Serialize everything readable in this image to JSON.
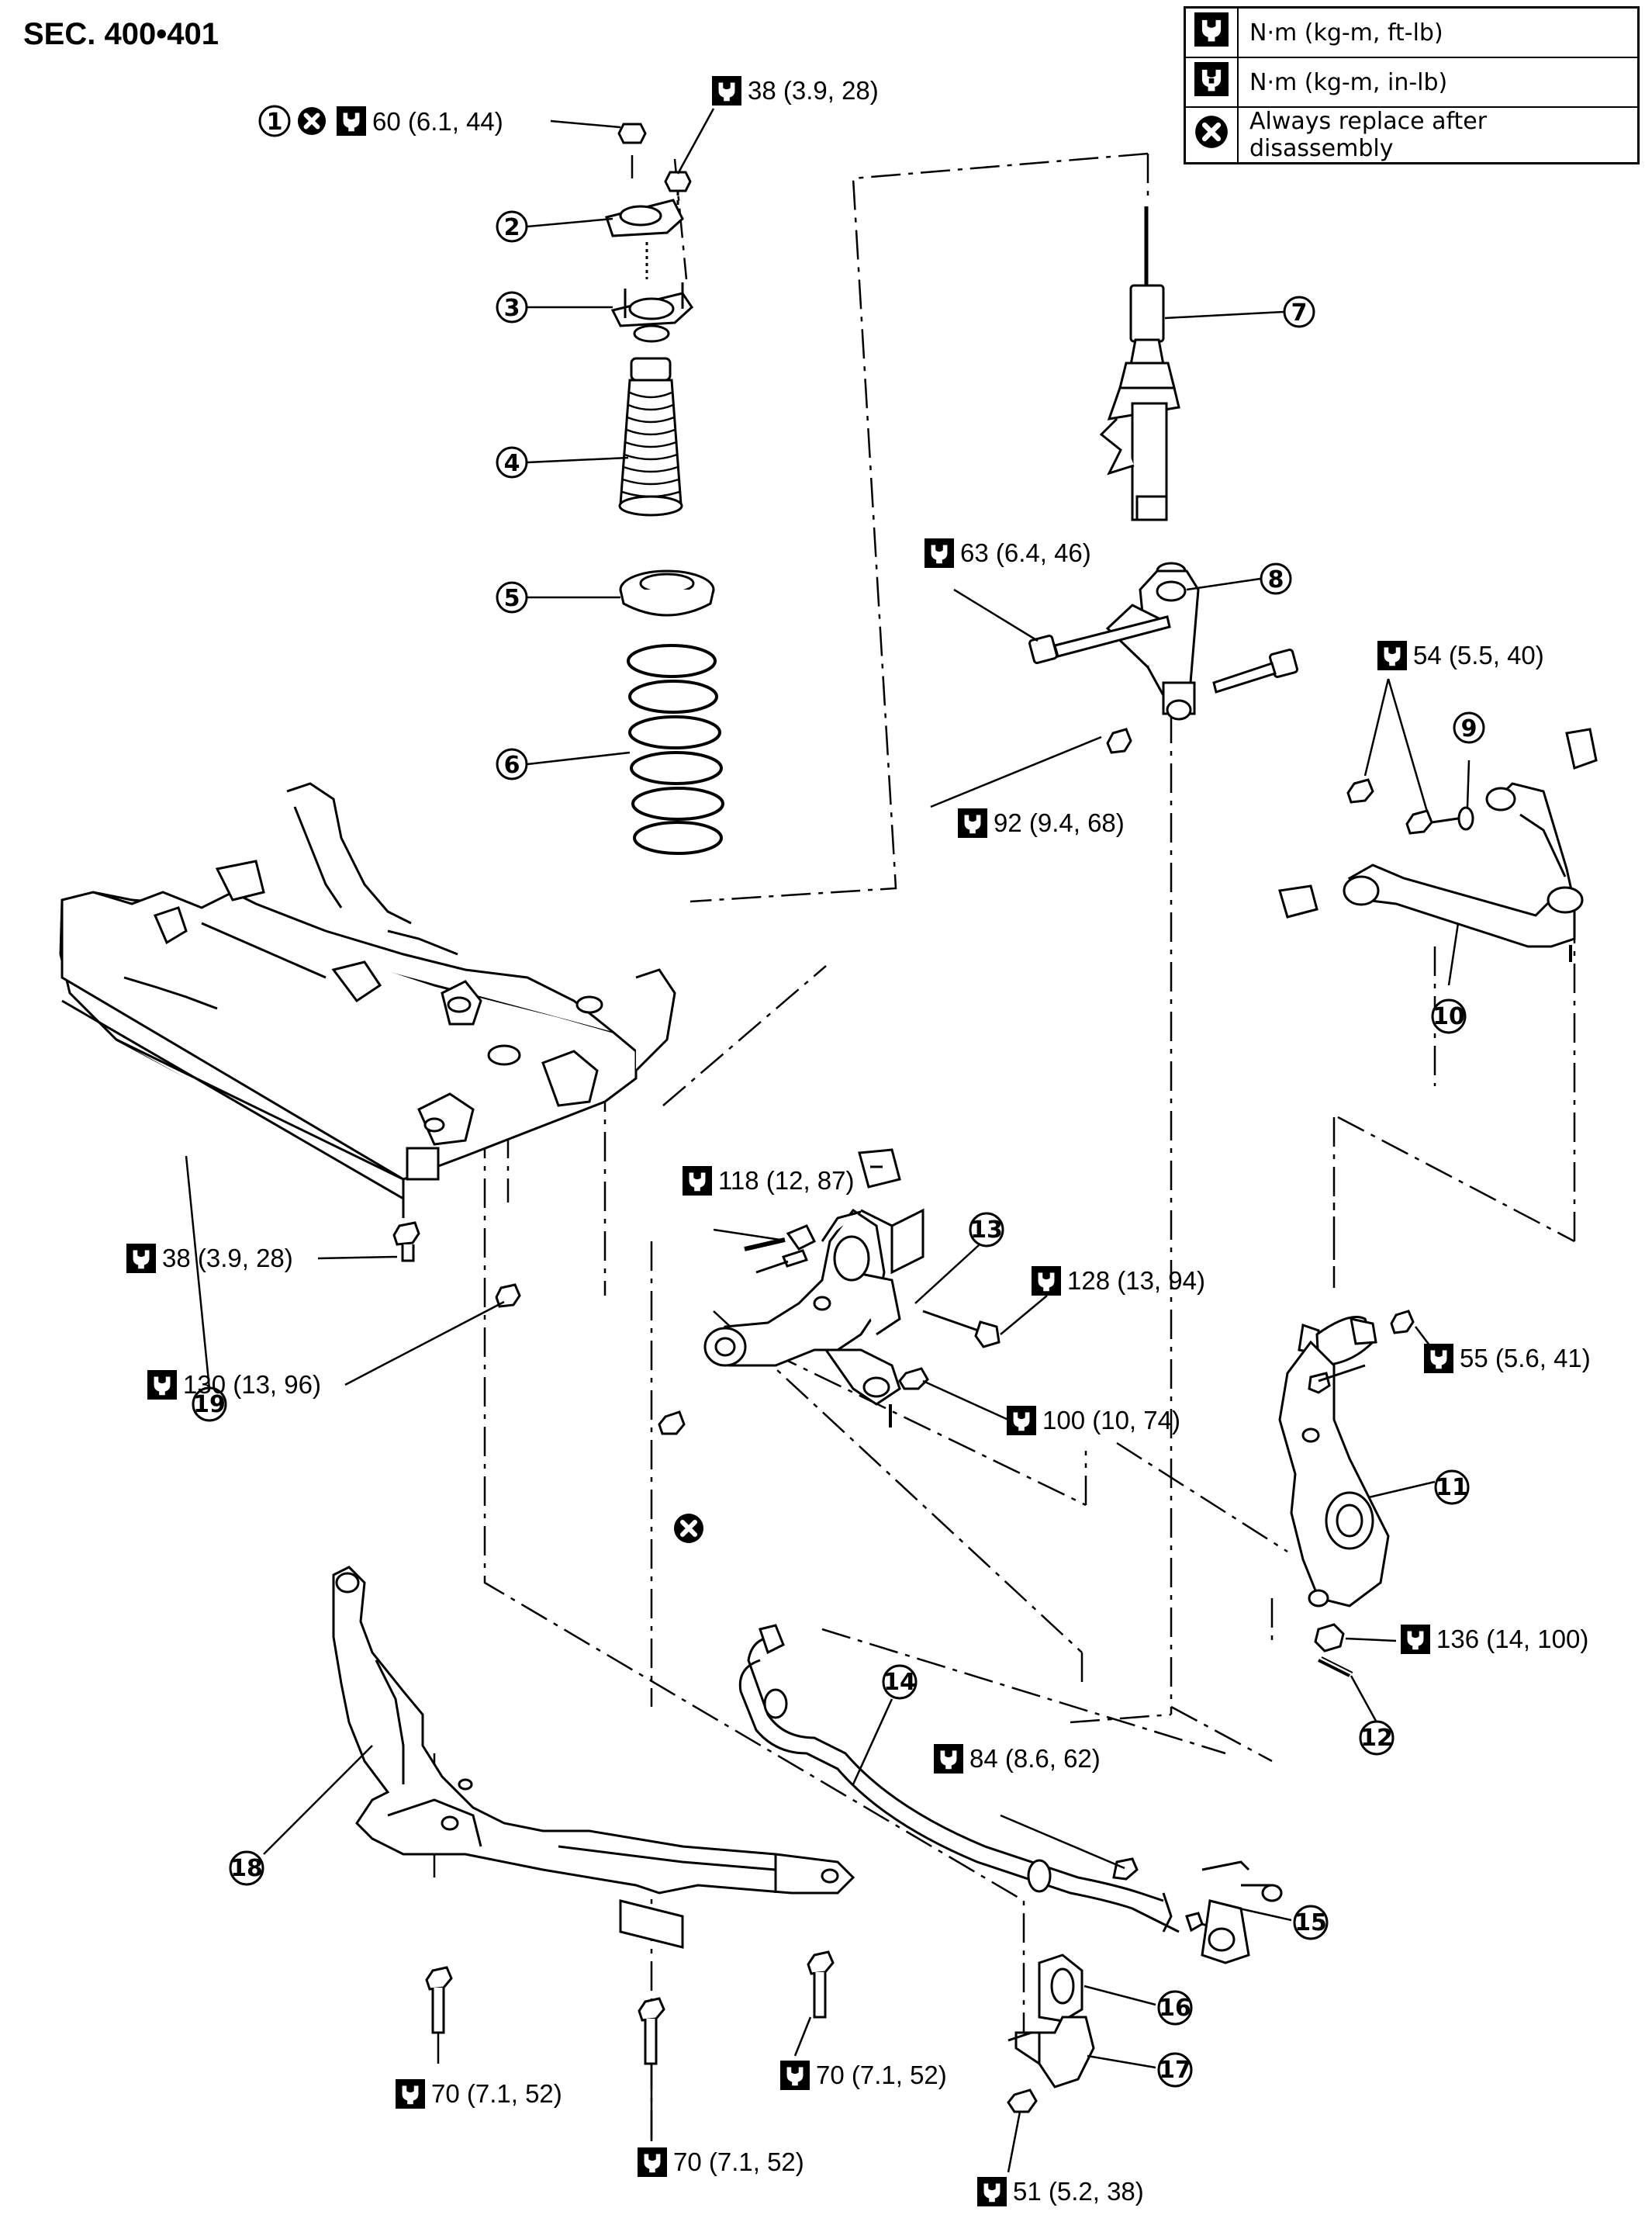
{
  "section": "SEC. 400•401",
  "legend": [
    {
      "icon": "torque-wrench-icon",
      "text": "N·m (kg-m, ft-lb)"
    },
    {
      "icon": "torque-wrench-inlb-icon",
      "text": "N·m (kg-m, in-lb)"
    },
    {
      "icon": "always-replace-icon",
      "text": "Always replace after disassembly"
    }
  ],
  "callouts": [
    "1",
    "2",
    "3",
    "4",
    "5",
    "6",
    "7",
    "8",
    "9",
    "10",
    "11",
    "12",
    "13",
    "14",
    "15",
    "16",
    "17",
    "18",
    "19"
  ],
  "torques": {
    "t1": "60 (6.1, 44)",
    "t2": "38 (3.9, 28)",
    "t3": "63 (6.4, 46)",
    "t4": "92 (9.4, 68)",
    "t5": "54 (5.5, 40)",
    "t6": "38 (3.9, 28)",
    "t7": "118 (12, 87)",
    "t8": "128 (13, 94)",
    "t9": "130 (13, 96)",
    "t10": "100 (10, 74)",
    "t11": "55 (5.6, 41)",
    "t12": "136 (14, 100)",
    "t13": "84 (8.6, 62)",
    "t14": "70 (7.1, 52)",
    "t15": "70 (7.1, 52)",
    "t16": "70 (7.1, 52)",
    "t17": "51 (5.2, 38)"
  }
}
